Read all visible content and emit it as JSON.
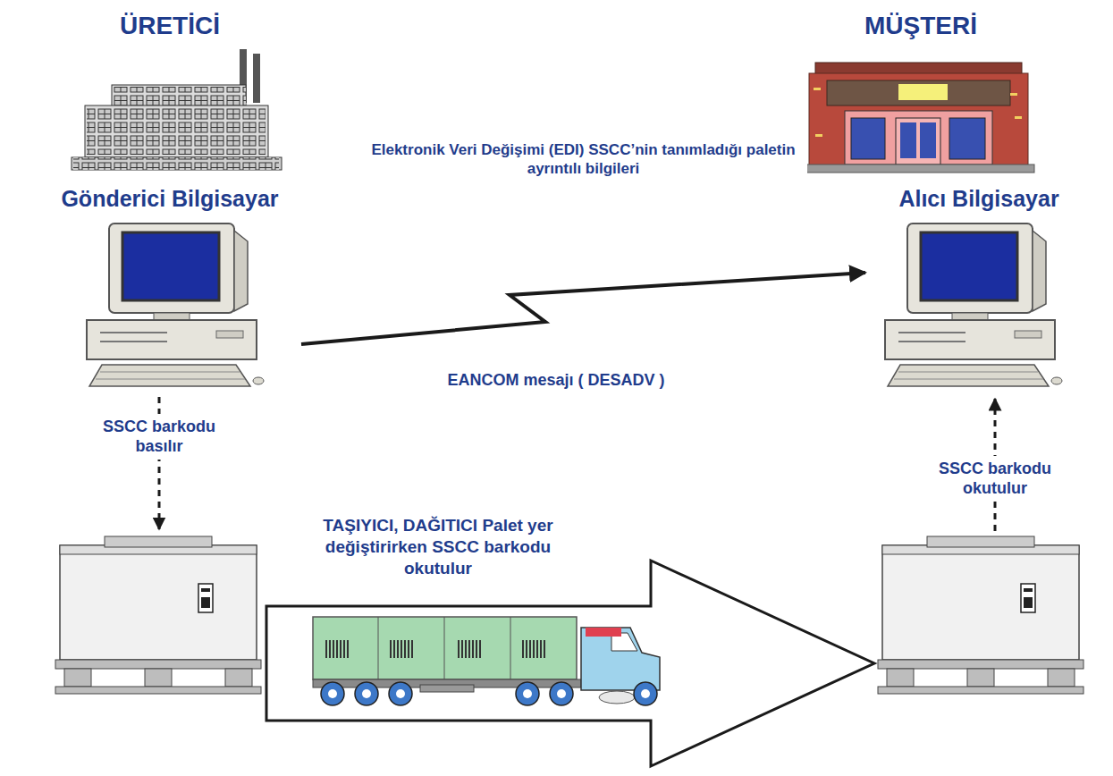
{
  "diagram": {
    "nodes": [
      {
        "text": [
          "ÜRETİCİ"
        ]
      },
      {
        "text": [
          "MÜŞTERİ"
        ]
      },
      {
        "text": [
          "Gönderici Bilgisayar"
        ]
      },
      {
        "text": [
          "Alıcı Bilgisayar"
        ]
      },
      {
        "text": []
      },
      {
        "text": []
      }
    ],
    "edges": [
      {
        "from": 2,
        "to": 3,
        "arrow": "to",
        "label": "Elektronik Veri Değişimi (EDI) SSCC’nin tanımladığı paletin ayrıntılı bilgileri"
      },
      {
        "from": 2,
        "to": 4,
        "arrow": "to",
        "label": "SSCC barkodu basılır"
      },
      {
        "from": 4,
        "to": 5,
        "arrow": "to",
        "label": "TAŞIYICI, DAĞITICI Palet yer değiştirirken SSCC barkodu okutulur"
      },
      {
        "from": 5,
        "to": 3,
        "arrow": "to",
        "label": "SSCC barkodu okutulur"
      }
    ],
    "labels": [
      "EANCOM mesajı ( DESADV )"
    ]
  }
}
